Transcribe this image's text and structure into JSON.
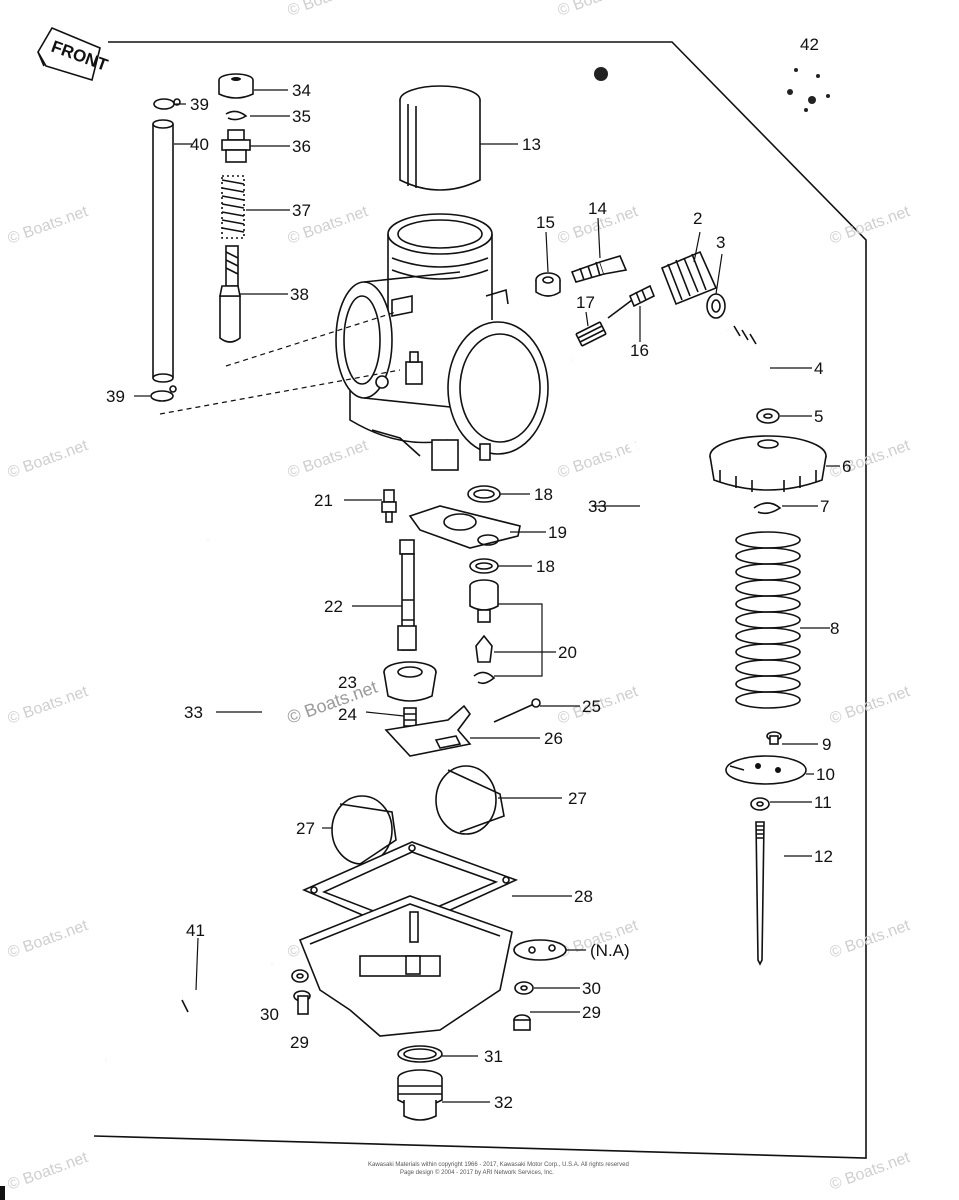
{
  "front_tag": "FRONT",
  "page_number": "42",
  "labels": [
    "2",
    "3",
    "4",
    "5",
    "6",
    "7",
    "8",
    "9",
    "10",
    "11",
    "12",
    "13",
    "14",
    "15",
    "16",
    "17",
    "18",
    "19",
    "18",
    "20",
    "21",
    "22",
    "23",
    "24",
    "25",
    "26",
    "27",
    "27",
    "28",
    "(N.A)",
    "29",
    "30",
    "30",
    "29",
    "31",
    "32",
    "33",
    "33",
    "34",
    "35",
    "36",
    "37",
    "38",
    "39",
    "39",
    "40",
    "41"
  ],
  "watermark": "© Boats.net",
  "copyright": [
    "Kawasaki Materials within copyright 1966 - 2017, Kawasaki Motor Corp., U.S.A. All rights reserved",
    "Page design © 2004 - 2017 by ARI Network Services, Inc."
  ]
}
